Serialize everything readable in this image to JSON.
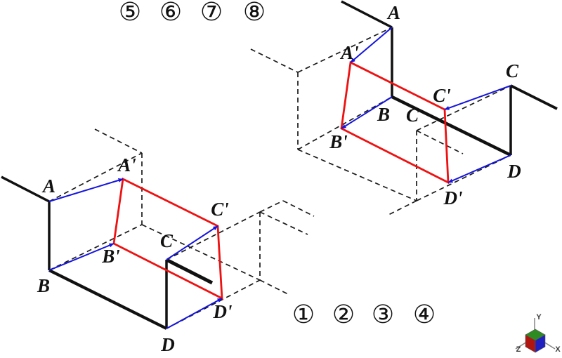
{
  "title": "dislocation-step-fault-diagram",
  "options_top": [
    "⑤",
    "⑥",
    "⑦",
    "⑧"
  ],
  "options_bottom": [
    "①",
    "②",
    "③",
    "④"
  ],
  "figure_bottom_left": {
    "labels": {
      "A": "A",
      "A_prime": "A'",
      "B": "B",
      "B_prime": "B'",
      "C": "C",
      "C_prime": "C'",
      "D": "D",
      "D_prime": "D'"
    }
  },
  "figure_top_right": {
    "labels": {
      "A": "A",
      "A_prime": "A'",
      "B": "B",
      "C_inner": "C",
      "C_prime": "C'",
      "C": "C",
      "B_prime": "B'",
      "D": "D",
      "D_prime": "D'"
    }
  },
  "axis_triad": {
    "x_label": "X",
    "y_label": "Y",
    "z_label": "Z"
  },
  "colors": {
    "background": "#ffffff",
    "solid_edge": "#111111",
    "dashed_edge": "#1a1a1a",
    "fault_plane_red": "#ee1111",
    "displacement_blue": "#1414dd",
    "axis_cube_top_green": "#2e8b22",
    "axis_cube_left_red": "#b01510",
    "axis_cube_right_blue": "#2020c0",
    "axis_line_gray": "#858585"
  }
}
